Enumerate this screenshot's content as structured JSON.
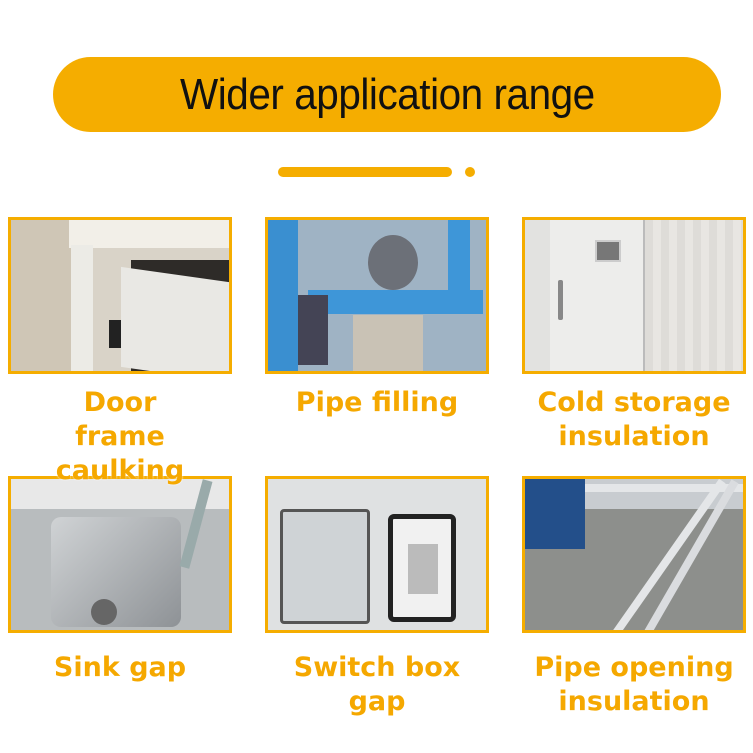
{
  "header": {
    "title": "Wider application range"
  },
  "accent_color": "#f5ad00",
  "items": [
    {
      "label": "Door frame caulking",
      "image": "door-frame"
    },
    {
      "label": "Pipe filling",
      "image": "pipes"
    },
    {
      "label": "Cold storage insulation",
      "image": "cold-storage-door"
    },
    {
      "label": "Sink gap",
      "image": "sink"
    },
    {
      "label": "Switch box gap",
      "image": "switch-box"
    },
    {
      "label": "Pipe opening insulation",
      "image": "insulated-pipes"
    }
  ]
}
